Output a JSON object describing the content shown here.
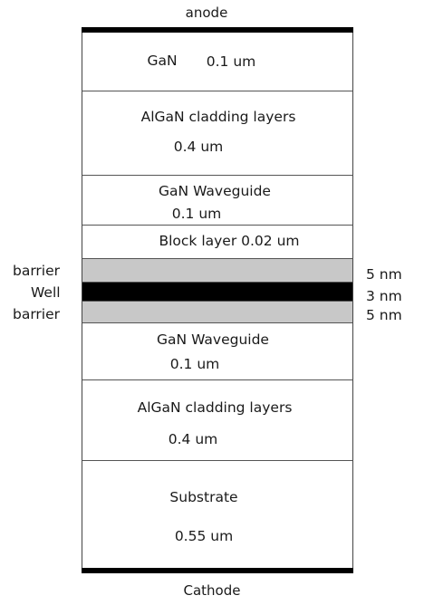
{
  "diagram": {
    "anode_label": "anode",
    "cathode_label": "Cathode",
    "layers": [
      {
        "id": "gan_top",
        "name": "GaN",
        "thickness": "0.1 um"
      },
      {
        "id": "algan_top",
        "name": "AlGaN  cladding layers",
        "thickness": "0.4  um"
      },
      {
        "id": "gan_waveguide_top",
        "name": "GaN   Waveguide",
        "thickness": "0.1 um"
      },
      {
        "id": "block",
        "text": "Block layer 0.02 um"
      },
      {
        "id": "barrier_top",
        "label": "barrier",
        "thickness": "5  nm",
        "fill": "#c8c8c8"
      },
      {
        "id": "well",
        "label": "Well",
        "thickness": "3  nm",
        "fill": "#000000"
      },
      {
        "id": "barrier_bottom",
        "label": "barrier",
        "thickness": "5  nm",
        "fill": "#c8c8c8"
      },
      {
        "id": "gan_waveguide_bottom",
        "name": "GaN   Waveguide",
        "thickness": "0.1 um"
      },
      {
        "id": "algan_bottom",
        "name": "AlGaN  cladding layers",
        "thickness": "0.4  um"
      },
      {
        "id": "substrate",
        "name": "Substrate",
        "thickness": "0.55  um"
      }
    ]
  }
}
